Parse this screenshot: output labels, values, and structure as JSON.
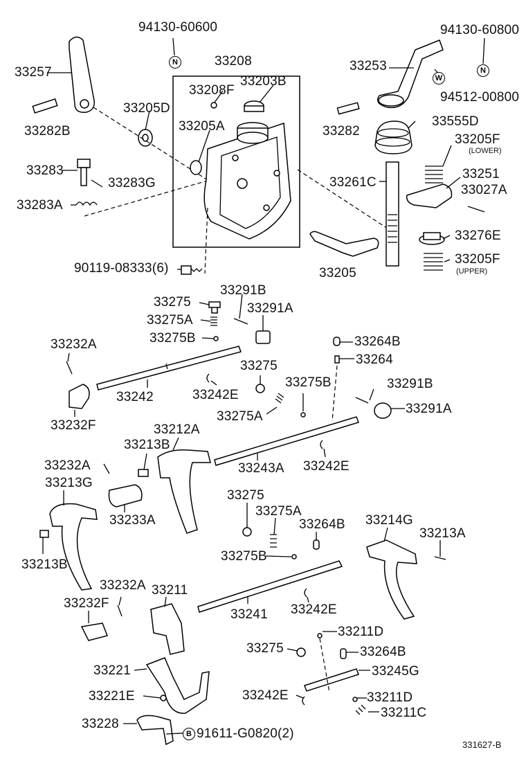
{
  "diagram": {
    "labels": {
      "p94130_60600": "94130-60600",
      "p94130_60800": "94130-60800",
      "p33257": "33257",
      "p33208": "33208",
      "p33208F": "33208F",
      "p33203B": "33203B",
      "p33205D": "33205D",
      "p33205A": "33205A",
      "p33282B": "33282B",
      "p33253": "33253",
      "p94512": "94512-00800",
      "p33282": "33282",
      "p33555D": "33555D",
      "p33205F_lower": "33205F",
      "lower_note": "(LOWER)",
      "p33283": "33283",
      "p33283G": "33283G",
      "p33283A": "33283A",
      "p33261C": "33261C",
      "p33251": "33251",
      "p33027A": "33027A",
      "p33276E": "33276E",
      "p33205F_upper": "33205F",
      "upper_note": "(UPPER)",
      "p90119": "90119-08333(6)",
      "p33205": "33205",
      "p33291B_1": "33291B",
      "p33275_1": "33275",
      "p33291A_1": "33291A",
      "p33275A_1": "33275A",
      "p33275B_1": "33275B",
      "p33264B_1": "33264B",
      "p33232A_1": "33232A",
      "p33264": "33264",
      "p33275_2": "33275",
      "p33242": "33242",
      "p33242E_1": "33242E",
      "p33275B_2": "33275B",
      "p33291B_2": "33291B",
      "p33275A_2": "33275A",
      "p33291A_2": "33291A",
      "p33232F_1": "33232F",
      "p33212A": "33212A",
      "p33213B_1": "33213B",
      "p33232A_2": "33232A",
      "p33243A": "33243A",
      "p33242E_2": "33242E",
      "p33213G": "33213G",
      "p33233A": "33233A",
      "p33275_3": "33275",
      "p33275A_3": "33275A",
      "p33264B_2": "33264B",
      "p33214G": "33214G",
      "p33213A": "33213A",
      "p33275B_3": "33275B",
      "p33213B_2": "33213B",
      "p33232A_3": "33232A",
      "p33211": "33211",
      "p33232F_2": "33232F",
      "p33241": "33241",
      "p33242E_3": "33242E",
      "p33211D_1": "33211D",
      "p33275_4": "33275",
      "p33264B_3": "33264B",
      "p33221": "33221",
      "p33245G": "33245G",
      "p33221E": "33221E",
      "p33242E_4": "33242E",
      "p33211D_2": "33211D",
      "p33228": "33228",
      "p33211C": "33211C",
      "p91611": "91611-G0820(2)",
      "figure_ref": "331627-B"
    },
    "badges": {
      "n_left": "N",
      "n_right": "N",
      "w_right": "W",
      "b_bottom": "B"
    }
  }
}
